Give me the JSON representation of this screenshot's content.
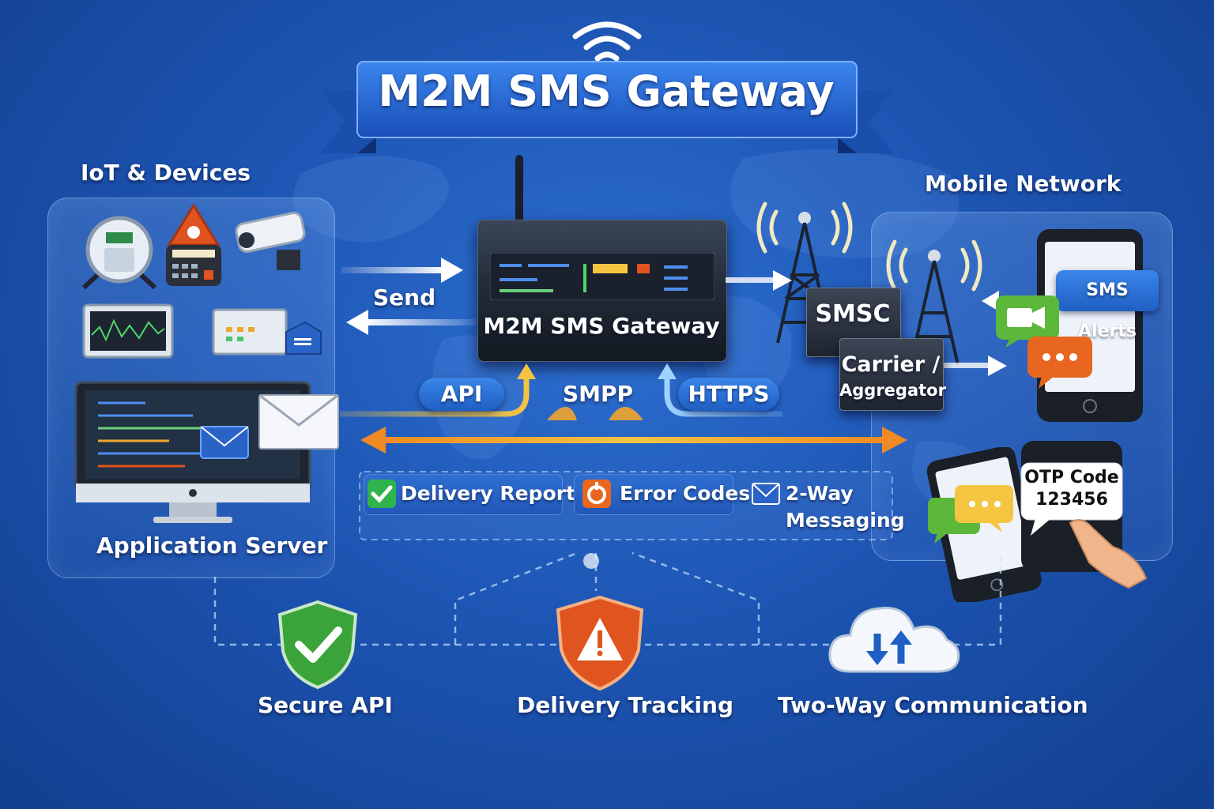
{
  "title": "M2M SMS Gateway",
  "gateway": {
    "label": "M2M SMS Gateway"
  },
  "sections": {
    "iot_devices": "IoT & Devices",
    "mobile_network": "Mobile Network",
    "application_server": "Application Server"
  },
  "flow": {
    "send": "Send"
  },
  "protocols": {
    "api": "API",
    "smpp": "SMPP",
    "https": "HTTPS"
  },
  "network": {
    "smsc": "SMSC",
    "carrier_line1": "Carrier /",
    "carrier_line2": "Aggregator"
  },
  "phone": {
    "sms_alerts": "SMS Alerts",
    "otp_title": "OTP Code",
    "otp_value": "123456"
  },
  "features": {
    "delivery_reports": "Delivery Reports",
    "error_codes": "Error Codes",
    "two_way_line1": "2-Way",
    "two_way_line2": "Messaging"
  },
  "bottom": {
    "secure_api": "Secure API",
    "delivery_tracking": "Delivery Tracking",
    "two_way_communication": "Two-Way Communication"
  },
  "colors": {
    "background": "#1d55b3",
    "accent_orange": "#f08a24",
    "accent_yellow": "#f5c542",
    "shield_green": "#3aa33a",
    "shield_orange": "#e0541f",
    "banner_blue": "#1f5fcf"
  }
}
